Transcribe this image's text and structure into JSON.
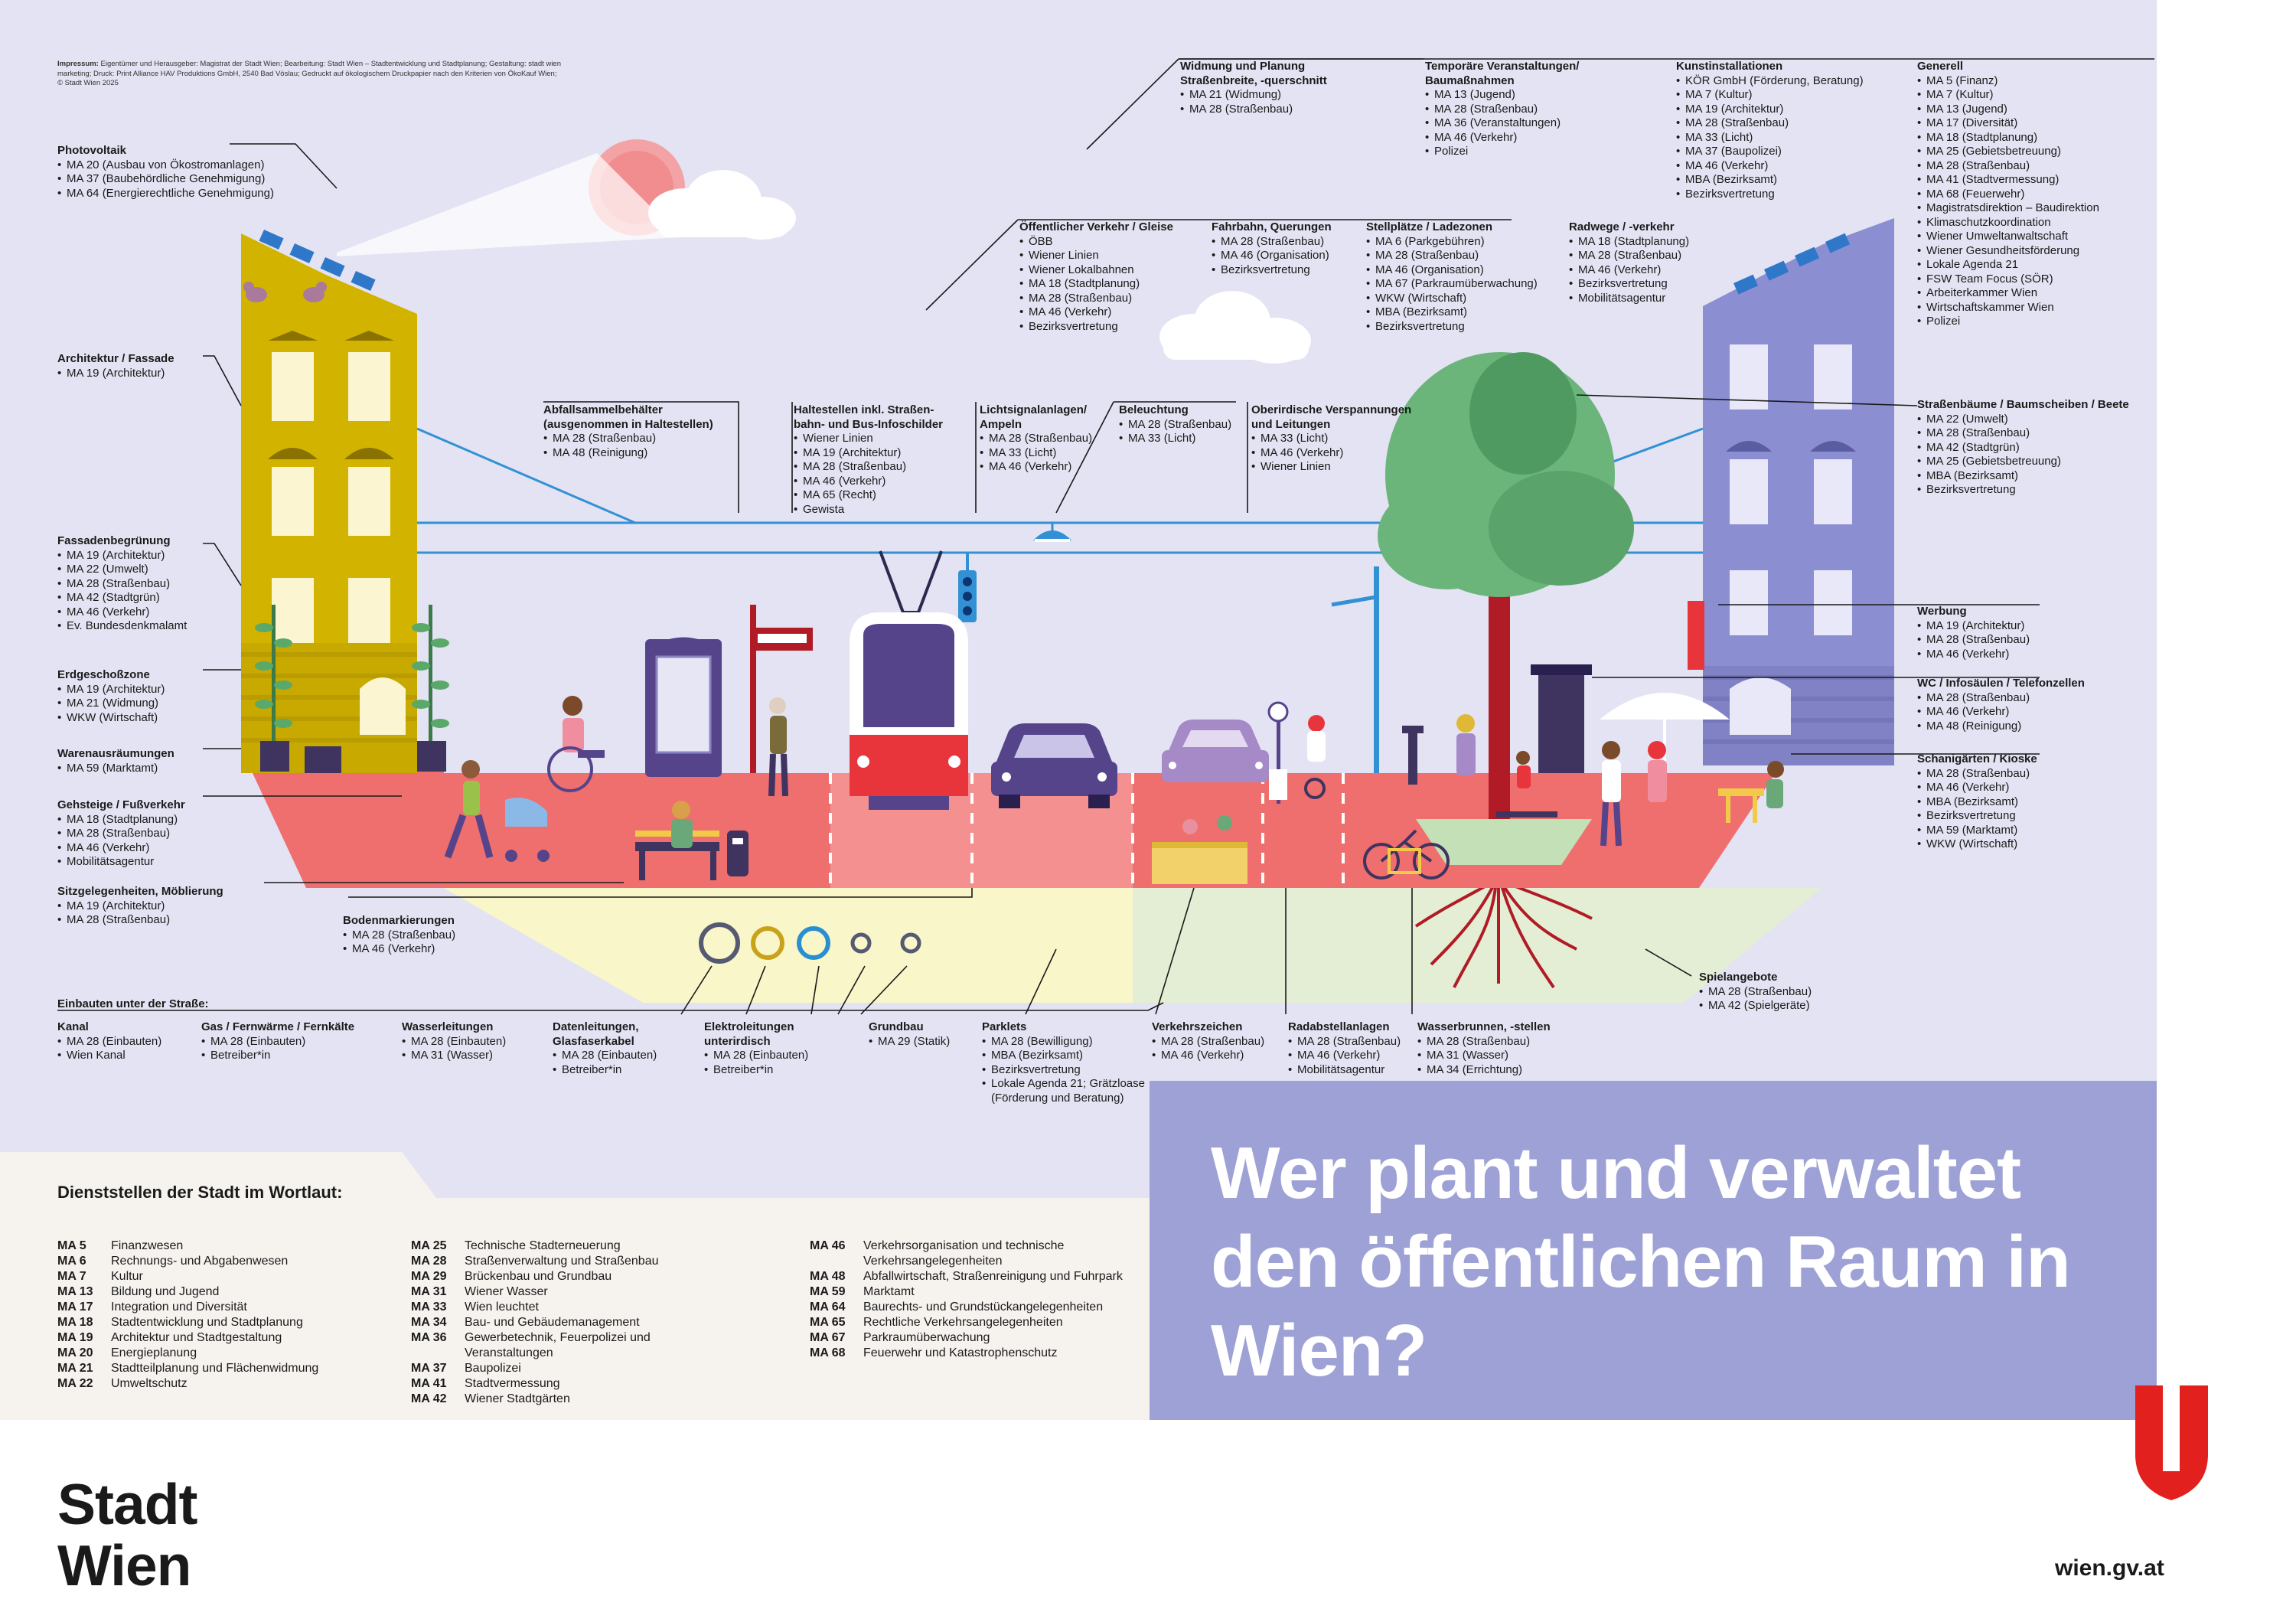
{
  "imprint": {
    "label": "Impressum:",
    "text": "Eigentümer und Herausgeber: Magistrat der Stadt Wien; Bearbeitung: Stadt Wien – Stadtentwicklung und Stadtplanung; Gestaltung: stadt wien marketing; Druck: Print Alliance HAV Produktions GmbH, 2540 Bad Vöslau; Gedruckt auf ökologischem Druckpapier nach den Kriterien von ÖkoKauf Wien; © Stadt Wien 2025"
  },
  "headline": "Wer plant und verwaltet den öffentlichen Raum in Wien?",
  "brand": {
    "line1": "Stadt",
    "line2": "Wien"
  },
  "url": "wien.gv.at",
  "colors": {
    "background": "#e3e3f3",
    "street": "#ef6e6e",
    "underground": "#f9f6c9",
    "underground_green": "#e3eed5",
    "building_yellow": "#d2b400",
    "building_purple": "#8c8ed2",
    "headline_box": "#9da1d5",
    "tram": "#e8353c",
    "tree_green": "#6bb47a",
    "wien_red": "#e2201d"
  },
  "labels": [
    {
      "key": "photovoltaik",
      "title": "Photovoltaik",
      "items": [
        "MA 20 (Ausbau von Ökostromanlagen)",
        "MA 37 (Baubehördliche Genehmigung)",
        "MA 64 (Energierechtliche Genehmigung)"
      ]
    },
    {
      "key": "architektur",
      "title": "Architektur / Fassade",
      "items": [
        "MA 19 (Architektur)"
      ]
    },
    {
      "key": "fassadenbegruenung",
      "title": "Fassadenbegrünung",
      "items": [
        "MA 19 (Architektur)",
        "MA 22 (Umwelt)",
        "MA 28 (Straßenbau)",
        "MA 42 (Stadtgrün)",
        "MA 46 (Verkehr)",
        "Ev. Bundesdenkmalamt"
      ]
    },
    {
      "key": "erdgeschosszone",
      "title": "Erdgeschoßzone",
      "items": [
        "MA 19 (Architektur)",
        "MA 21 (Widmung)",
        "WKW (Wirtschaft)"
      ]
    },
    {
      "key": "warenausraeumungen",
      "title": "Warenausräumungen",
      "items": [
        "MA 59 (Marktamt)"
      ]
    },
    {
      "key": "gehsteige",
      "title": "Gehsteige / Fußverkehr",
      "items": [
        "MA 18 (Stadtplanung)",
        "MA 28 (Straßenbau)",
        "MA 46 (Verkehr)",
        "Mobilitätsagentur"
      ]
    },
    {
      "key": "sitzgelegenheiten",
      "title": "Sitzgelegenheiten, Möblierung",
      "items": [
        "MA 19 (Architektur)",
        "MA 28 (Straßenbau)"
      ]
    },
    {
      "key": "bodenmarkierungen",
      "title": "Bodenmarkierungen",
      "items": [
        "MA 28 (Straßenbau)",
        "MA 46 (Verkehr)"
      ]
    },
    {
      "key": "widmung",
      "title": "Widmung und Planung Straßenbreite, -querschnitt",
      "items": [
        "MA 21 (Widmung)",
        "MA 28 (Straßenbau)"
      ]
    },
    {
      "key": "temporaere",
      "title": "Temporäre Veranstaltungen/ Baumaßnahmen",
      "items": [
        "MA 13 (Jugend)",
        "MA 28 (Straßenbau)",
        "MA 36 (Veranstaltungen)",
        "MA 46 (Verkehr)",
        "Polizei"
      ]
    },
    {
      "key": "kunst",
      "title": "Kunstinstallationen",
      "items": [
        "KÖR GmbH (Förderung, Beratung)",
        "MA 7 (Kultur)",
        "MA 19 (Architektur)",
        "MA 28 (Straßenbau)",
        "MA 33 (Licht)",
        "MA 37 (Baupolizei)",
        "MA 46 (Verkehr)",
        "MBA (Bezirksamt)",
        "Bezirksvertretung"
      ]
    },
    {
      "key": "generell",
      "title": "Generell",
      "items": [
        "MA 5 (Finanz)",
        "MA 7 (Kultur)",
        "MA 13 (Jugend)",
        "MA 17 (Diversität)",
        "MA 18 (Stadtplanung)",
        "MA 25 (Gebietsbetreuung)",
        "MA 28 (Straßenbau)",
        "MA 41 (Stadtvermessung)",
        "MA 68 (Feuerwehr)",
        "Magistratsdirektion – Baudirektion",
        "Klimaschutzkoordination",
        "Wiener Umweltanwaltschaft",
        "Wiener Gesundheitsförderung",
        "Lokale Agenda 21",
        "FSW Team Focus (SÖR)",
        "Arbeiterkammer Wien",
        "Wirtschaftskammer Wien",
        "Polizei"
      ]
    },
    {
      "key": "oev",
      "title": "Öffentlicher Verkehr / Gleise",
      "items": [
        "ÖBB",
        "Wiener Linien",
        "Wiener Lokalbahnen",
        "MA 18 (Stadtplanung)",
        "MA 28 (Straßenbau)",
        "MA 46 (Verkehr)",
        "Bezirksvertretung"
      ]
    },
    {
      "key": "fahrbahn",
      "title": "Fahrbahn, Querungen",
      "items": [
        "MA 28 (Straßenbau)",
        "MA 46 (Organisation)",
        "Bezirksvertretung"
      ]
    },
    {
      "key": "stellplaetze",
      "title": "Stellplätze / Ladezonen",
      "items": [
        "MA 6 (Parkgebühren)",
        "MA 28 (Straßenbau)",
        "MA 46 (Organisation)",
        "MA 67 (Parkraumüberwachung)",
        "WKW (Wirtschaft)",
        "MBA (Bezirksamt)",
        "Bezirksvertretung"
      ]
    },
    {
      "key": "radwege",
      "title": "Radwege / -verkehr",
      "items": [
        "MA 18 (Stadtplanung)",
        "MA 28 (Straßenbau)",
        "MA 46 (Verkehr)",
        "Bezirksvertretung",
        "Mobilitätsagentur"
      ]
    },
    {
      "key": "abfall",
      "title": "Abfallsammelbehälter (ausgenommen in Haltestellen)",
      "items": [
        "MA 28 (Straßenbau)",
        "MA 48 (Reinigung)"
      ]
    },
    {
      "key": "haltestellen",
      "title": "Haltestellen inkl. Straßen- bahn- und Bus-Infoschilder",
      "items": [
        "Wiener Linien",
        "MA 19 (Architektur)",
        "MA 28 (Straßenbau)",
        "MA 46 (Verkehr)",
        "MA 65 (Recht)",
        "Gewista"
      ]
    },
    {
      "key": "lichtsignal",
      "title": "Lichtsignalanlagen/ Ampeln",
      "items": [
        "MA 28 (Straßenbau)",
        "MA 33 (Licht)",
        "MA 46 (Verkehr)"
      ]
    },
    {
      "key": "beleuchtung",
      "title": "Beleuchtung",
      "items": [
        "MA 28 (Straßenbau)",
        "MA 33 (Licht)"
      ]
    },
    {
      "key": "verspannungen",
      "title": "Oberirdische Verspannungen und Leitungen",
      "items": [
        "MA 33 (Licht)",
        "MA 46 (Verkehr)",
        "Wiener Linien"
      ]
    },
    {
      "key": "baeume",
      "title": "Straßenbäume / Baumscheiben / Beete",
      "items": [
        "MA 22 (Umwelt)",
        "MA 28 (Straßenbau)",
        "MA 42 (Stadtgrün)",
        "MA 25 (Gebietsbetreuung)",
        "MBA (Bezirksamt)",
        "Bezirksvertretung"
      ]
    },
    {
      "key": "werbung",
      "title": "Werbung",
      "items": [
        "MA 19 (Architektur)",
        "MA 28 (Straßenbau)",
        "MA 46 (Verkehr)"
      ]
    },
    {
      "key": "wc",
      "title": "WC / Infosäulen / Telefonzellen",
      "items": [
        "MA 28 (Straßenbau)",
        "MA 46 (Verkehr)",
        "MA 48 (Reinigung)"
      ]
    },
    {
      "key": "schanigaerten",
      "title": "Schanigärten / Kioske",
      "items": [
        "MA 28 (Straßenbau)",
        "MA 46 (Verkehr)",
        "MBA (Bezirksamt)",
        "Bezirksvertretung",
        "MA 59 (Marktamt)",
        "WKW (Wirtschaft)"
      ]
    },
    {
      "key": "spielangebote",
      "title": "Spielangebote",
      "items": [
        "MA 28 (Straßenbau)",
        "MA 42 (Spielgeräte)"
      ]
    },
    {
      "key": "kanal",
      "title": "Kanal",
      "items": [
        "MA 28 (Einbauten)",
        "Wien Kanal"
      ]
    },
    {
      "key": "gas",
      "title": "Gas / Fernwärme / Fernkälte",
      "items": [
        "MA 28 (Einbauten)",
        "Betreiber*in"
      ]
    },
    {
      "key": "wasserleitungen",
      "title": "Wasserleitungen",
      "items": [
        "MA 28 (Einbauten)",
        "MA 31 (Wasser)"
      ]
    },
    {
      "key": "datenleitungen",
      "title": "Datenleitungen, Glasfaserkabel",
      "items": [
        "MA 28 (Einbauten)",
        "Betreiber*in"
      ]
    },
    {
      "key": "elektroleitungen",
      "title": "Elektroleitungen unterirdisch",
      "items": [
        "MA 28 (Einbauten)",
        "Betreiber*in"
      ]
    },
    {
      "key": "grundbau",
      "title": "Grundbau",
      "items": [
        "MA 29 (Statik)"
      ]
    },
    {
      "key": "parklets",
      "title": "Parklets",
      "items": [
        "MA 28 (Bewilligung)",
        "MBA (Bezirksamt)",
        "Bezirksvertretung",
        "Lokale Agenda 21; Grätzloase (Förderung und Beratung)"
      ]
    },
    {
      "key": "verkehrszeichen",
      "title": "Verkehrszeichen",
      "items": [
        "MA 28 (Straßenbau)",
        "MA 46 (Verkehr)"
      ]
    },
    {
      "key": "radabstellanlagen",
      "title": "Radabstellanlagen",
      "items": [
        "MA 28 (Straßenbau)",
        "MA 46 (Verkehr)",
        "Mobilitätsagentur"
      ]
    },
    {
      "key": "wasserbrunnen",
      "title": "Wasserbrunnen, -stellen",
      "items": [
        "MA 28 (Straßenbau)",
        "MA 31 (Wasser)",
        "MA 34 (Errichtung)"
      ]
    }
  ],
  "einbauten_heading": "Einbauten unter der Straße:",
  "legend": {
    "title": "Dienststellen der Stadt im Wortlaut:",
    "columns": [
      [
        {
          "code": "MA 5",
          "name": "Finanzwesen"
        },
        {
          "code": "MA 6",
          "name": "Rechnungs- und Abgabenwesen"
        },
        {
          "code": "MA 7",
          "name": "Kultur"
        },
        {
          "code": "MA 13",
          "name": "Bildung und Jugend"
        },
        {
          "code": "MA 17",
          "name": "Integration und Diversität"
        },
        {
          "code": "MA 18",
          "name": "Stadtentwicklung und Stadtplanung"
        },
        {
          "code": "MA 19",
          "name": "Architektur und Stadtgestaltung"
        },
        {
          "code": "MA 20",
          "name": "Energieplanung"
        },
        {
          "code": "MA 21",
          "name": "Stadtteilplanung und Flächenwidmung"
        },
        {
          "code": "MA 22",
          "name": "Umweltschutz"
        }
      ],
      [
        {
          "code": "MA 25",
          "name": "Technische Stadterneuerung"
        },
        {
          "code": "MA 28",
          "name": "Straßenverwaltung und Straßenbau"
        },
        {
          "code": "MA 29",
          "name": "Brückenbau und Grundbau"
        },
        {
          "code": "MA 31",
          "name": "Wiener Wasser"
        },
        {
          "code": "MA 33",
          "name": "Wien leuchtet"
        },
        {
          "code": "MA 34",
          "name": "Bau- und Gebäudemanagement"
        },
        {
          "code": "MA 36",
          "name": "Gewerbetechnik, Feuerpolizei und Veranstaltungen"
        },
        {
          "code": "MA 37",
          "name": "Baupolizei"
        },
        {
          "code": "MA 41",
          "name": "Stadtvermessung"
        },
        {
          "code": "MA 42",
          "name": "Wiener Stadtgärten"
        }
      ],
      [
        {
          "code": "MA 46",
          "name": "Verkehrsorganisation und technische Verkehrsangelegenheiten"
        },
        {
          "code": "MA 48",
          "name": "Abfallwirtschaft, Straßenreinigung und Fuhrpark"
        },
        {
          "code": "MA 59",
          "name": "Marktamt"
        },
        {
          "code": "MA 64",
          "name": "Baurechts- und Grundstückangelegenheiten"
        },
        {
          "code": "MA 65",
          "name": "Rechtliche Verkehrsangelegenheiten"
        },
        {
          "code": "MA 67",
          "name": "Parkraumüberwachung"
        },
        {
          "code": "MA 68",
          "name": "Feuerwehr und Katastrophenschutz"
        }
      ]
    ]
  }
}
